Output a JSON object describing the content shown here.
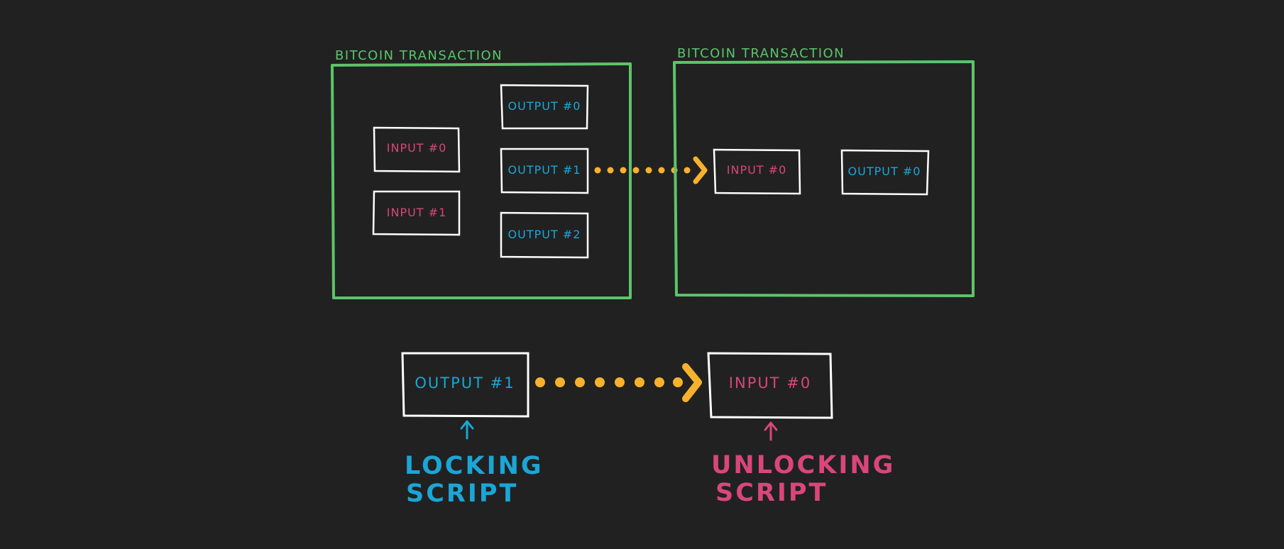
{
  "colors": {
    "background": "#212121",
    "transaction_border": "#5cc46a",
    "box_border": "#ffffff",
    "input_text": "#d9467a",
    "output_text": "#1aa6d6",
    "arrow": "#f7b12d"
  },
  "transactions": [
    {
      "title": "BITCOIN TRANSACTION",
      "inputs": [
        "INPUT #0",
        "INPUT #1"
      ],
      "outputs": [
        "OUTPUT #0",
        "OUTPUT #1",
        "OUTPUT #2"
      ]
    },
    {
      "title": "BITCOIN TRANSACTION",
      "inputs": [
        "INPUT #0"
      ],
      "outputs": [
        "OUTPUT #0"
      ]
    }
  ],
  "detail": {
    "output_label": "OUTPUT #1",
    "input_label": "INPUT #0",
    "locking_script": [
      "LOCKING",
      "SCRIPT"
    ],
    "unlocking_script": [
      "UNLOCKING",
      "SCRIPT"
    ]
  }
}
